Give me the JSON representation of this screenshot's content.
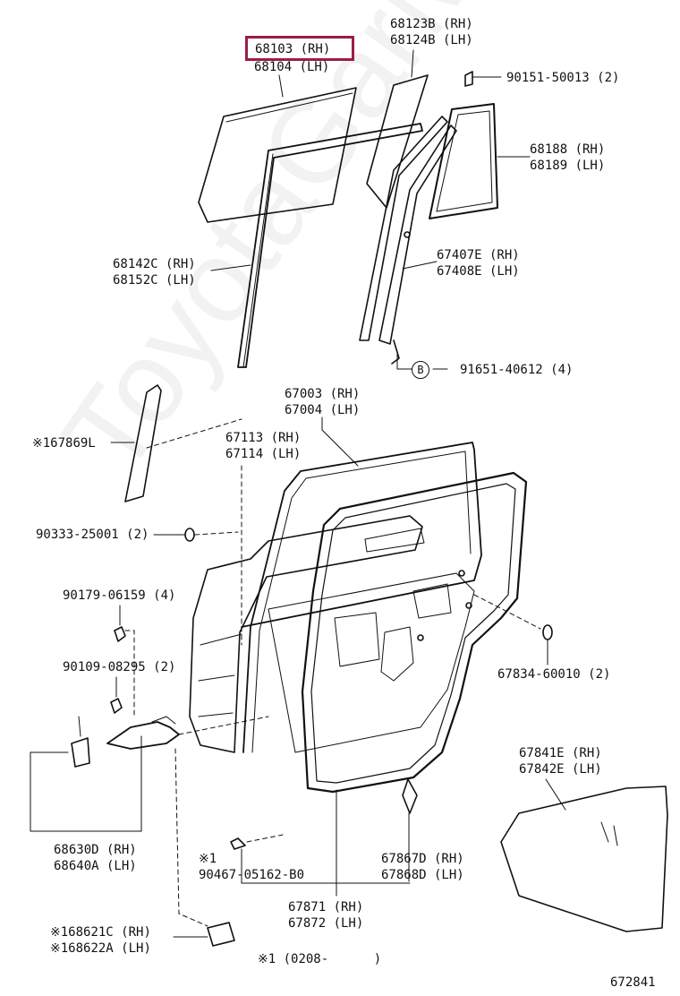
{
  "watermark": "ToyotaGarMine.ru",
  "highlight_part": "68103 (RH)",
  "labels": {
    "p68104": "68104 (LH)",
    "p68123b": "68123B (RH)",
    "p68124b": "68124B (LH)",
    "p90151": "90151-50013 (2)",
    "p68188": "68188 (RH)",
    "p68189": "68189 (LH)",
    "p68142c": "68142C (RH)",
    "p68152c": "68152C (LH)",
    "p67407e": "67407E (RH)",
    "p67408e": "67408E (LH)",
    "p91651_marker": "B",
    "p91651": "91651-40612 (4)",
    "p67003": "67003 (RH)",
    "p67004": "67004 (LH)",
    "p167869l": "※167869L",
    "p67113": "67113 (RH)",
    "p67114": "67114 (LH)",
    "p90333": "90333-25001 (2)",
    "p90179": "90179-06159 (4)",
    "p90109": "90109-08295 (2)",
    "p67834": "67834-60010 (2)",
    "p67841e": "67841E (RH)",
    "p67842e": "67842E (LH)",
    "p68630d": "68630D (RH)",
    "p68640a": "68640A (LH)",
    "p90467_note": "※1",
    "p90467": "90467-05162-B0",
    "p67867d": "67867D (RH)",
    "p67868d": "67868D (LH)",
    "p67871": "67871 (RH)",
    "p67872": "67872 (LH)",
    "p168621c": "※168621C (RH)",
    "p168622a": "※168622A (LH)",
    "footnote": "※1 (0208-      )",
    "figure_number": "672841"
  }
}
